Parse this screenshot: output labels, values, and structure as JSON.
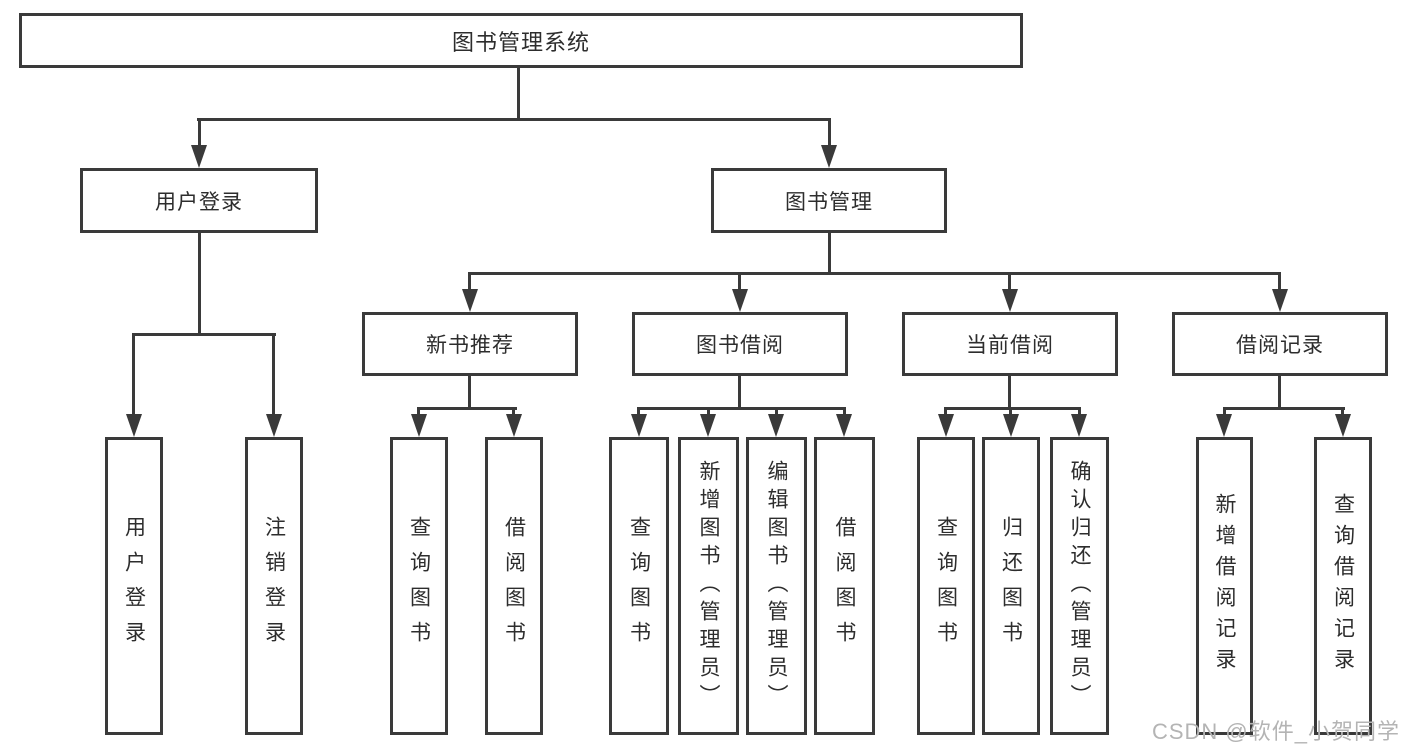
{
  "watermark": "CSDN @软件_小贺同学",
  "colors": {
    "line": "#3a3a3a",
    "text": "#2d2d2d",
    "watermark": "#b4b4b4",
    "background": "#ffffff"
  },
  "tree": {
    "label": "图书管理系统",
    "children": [
      {
        "label": "用户登录",
        "children": [
          {
            "label": "用户登录"
          },
          {
            "label": "注销登录"
          }
        ]
      },
      {
        "label": "图书管理",
        "children": [
          {
            "label": "新书推荐",
            "children": [
              {
                "label": "查询图书"
              },
              {
                "label": "借阅图书"
              }
            ]
          },
          {
            "label": "图书借阅",
            "children": [
              {
                "label": "查询图书"
              },
              {
                "label": "新增图书（管理员）"
              },
              {
                "label": "编辑图书（管理员）"
              },
              {
                "label": "借阅图书"
              }
            ]
          },
          {
            "label": "当前借阅",
            "children": [
              {
                "label": "查询图书"
              },
              {
                "label": "归还图书"
              },
              {
                "label": "确认归还（管理员）"
              }
            ]
          },
          {
            "label": "借阅记录",
            "children": [
              {
                "label": "新增借阅记录"
              },
              {
                "label": "查询借阅记录"
              }
            ]
          }
        ]
      }
    ]
  }
}
